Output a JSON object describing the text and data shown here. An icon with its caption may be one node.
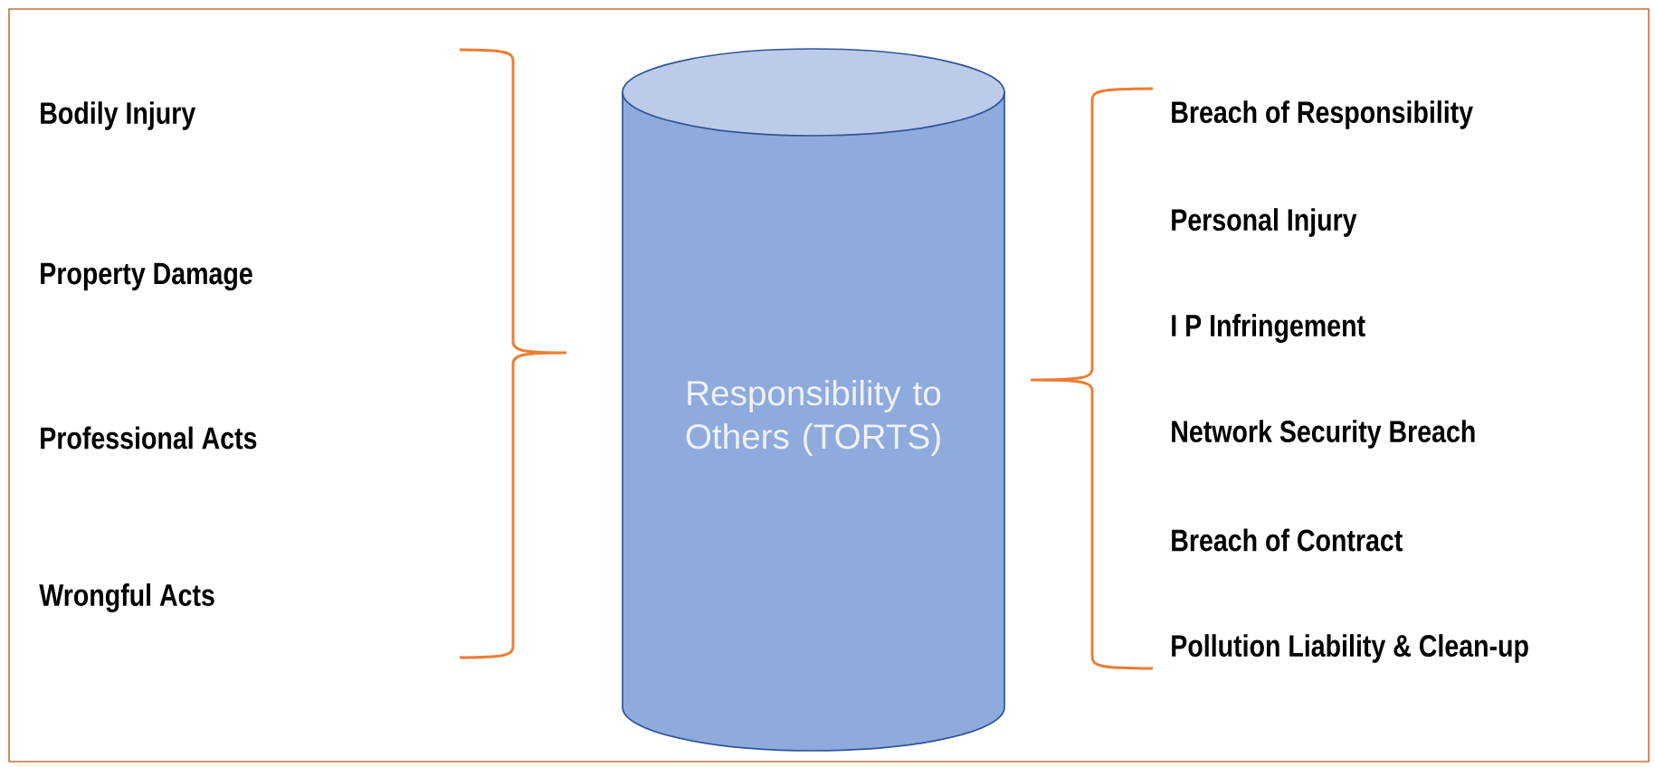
{
  "diagram": {
    "nodes": [
      {
        "text": [
          "Responsibility to Others (TORTS)"
        ]
      }
    ],
    "labels": [
      "Bodily Injury",
      "Property Damage",
      "Professional Acts",
      "Wrongful Acts",
      "Breach of Responsibility",
      "Personal Injury",
      "I P Infringement",
      "Network Security Breach",
      "Breach of Contract",
      "Pollution Liability & Clean-up"
    ]
  }
}
